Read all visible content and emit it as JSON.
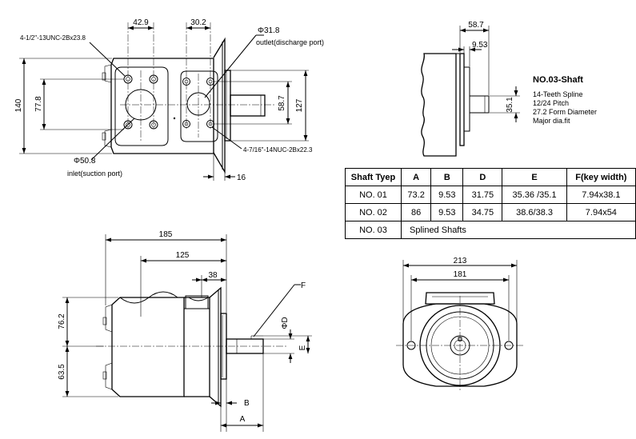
{
  "front_view": {
    "dim_42_9": "42.9",
    "dim_30_2": "30.2",
    "dim_phi31_8": "Φ31.8",
    "outlet_label": "outlet(discharge port)",
    "inlet_thread": "4-1/2\"-13UNC-2Bx23.8",
    "dim_140": "140",
    "dim_77_8": "77.8",
    "dim_58_7": "58.7",
    "dim_127": "127",
    "outlet_thread": "4-7/16\"-14NUC-2Bx22.3",
    "dim_phi50_8": "Φ50.8",
    "inlet_label": "inlet(suction port)",
    "dim_16": "16"
  },
  "shaft_view": {
    "dim_58_7": "58.7",
    "dim_9_53": "9.53",
    "dim_35_1": "35.1"
  },
  "shaft_note": {
    "title": "NO.03-Shaft",
    "lines": [
      "14-Teeth Spline",
      "12/24 Pitch",
      "27.2 Form Diameter",
      "Major dia.fit"
    ]
  },
  "shaft_table": {
    "headers": [
      "Shaft Tyep",
      "A",
      "B",
      "D",
      "E",
      "F(key width)"
    ],
    "rows": [
      [
        "NO. 01",
        "73.2",
        "9.53",
        "31.75",
        "35.36 /35.1",
        "7.94x38.1"
      ],
      [
        "NO. 02",
        "86",
        "9.53",
        "34.75",
        "38.6/38.3",
        "7.94x54"
      ]
    ],
    "row3": {
      "type": "NO. 03",
      "note": "Splined Shafts"
    }
  },
  "side_view": {
    "dim_185": "185",
    "dim_125": "125",
    "dim_38": "38",
    "label_F": "F",
    "label_phiD": "ΦD",
    "label_E": "E",
    "dim_76_2": "76.2",
    "dim_63_5": "63.5",
    "label_B": "B",
    "label_A": "A"
  },
  "end_view": {
    "dim_213": "213",
    "dim_181": "181"
  }
}
